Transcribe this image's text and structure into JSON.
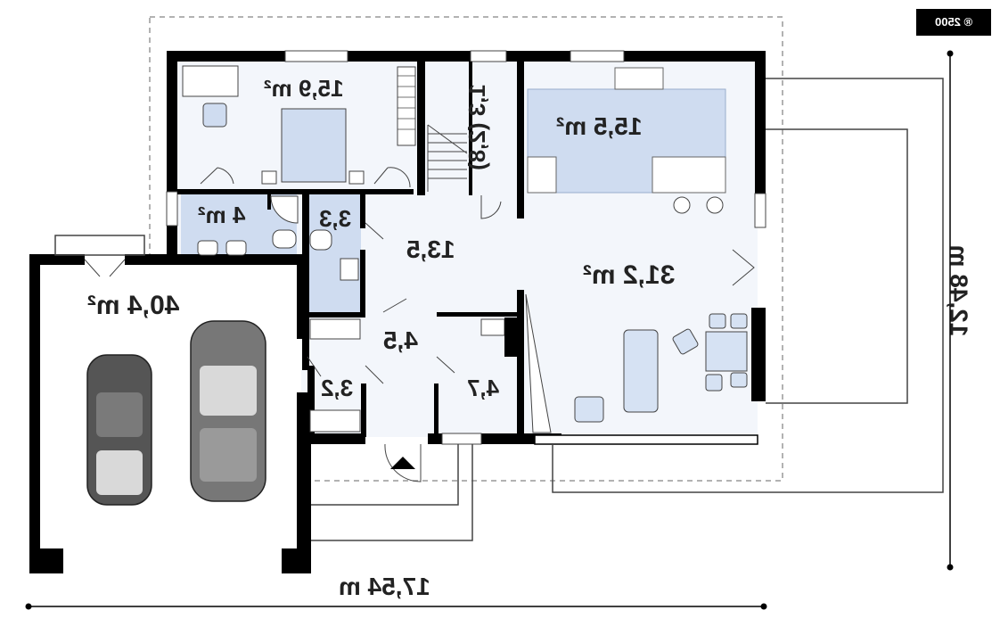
{
  "badge": "® 2500",
  "rooms": [
    {
      "id": "bedroom",
      "label": "15,9 m²"
    },
    {
      "id": "bathroom",
      "label": "4 m²"
    },
    {
      "id": "wc",
      "label": "3,3"
    },
    {
      "id": "stair",
      "label": "1,3 (2,8)"
    },
    {
      "id": "kitchen",
      "label": "15,5 m²"
    },
    {
      "id": "hall",
      "label": "13,5"
    },
    {
      "id": "living",
      "label": "31,2 m²"
    },
    {
      "id": "garage",
      "label": "40,4 m²"
    },
    {
      "id": "vestibule",
      "label": "4,5"
    },
    {
      "id": "closet",
      "label": "3,2"
    },
    {
      "id": "utility",
      "label": "4,7"
    }
  ],
  "dimensions": {
    "width": "17,54 m",
    "depth": "12,48 m"
  },
  "colors": {
    "wall": "#000000",
    "floor": "#f3f6fb",
    "highlight": "#cfdcf0",
    "furniture": "#d6e2f3",
    "outline": "#444444",
    "dashed": "#999999"
  }
}
